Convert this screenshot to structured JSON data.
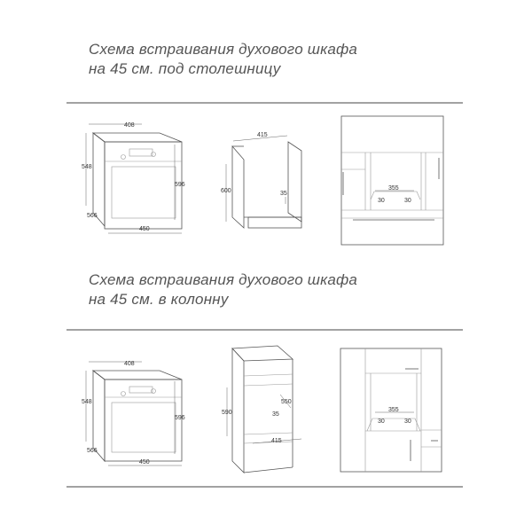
{
  "section1": {
    "title_line1": "Схема встраивания духового шкафа",
    "title_line2": "на 45 см. под столешницу",
    "oven": {
      "width_top": "408",
      "depth_side": "548",
      "height": "596",
      "depth_bottom": "566",
      "width_bottom": "450"
    },
    "cabinet": {
      "width": "415",
      "height": "600",
      "gap": "35"
    },
    "front": {
      "opening": "355",
      "left_margin": "30",
      "right_margin": "30"
    }
  },
  "section2": {
    "title_line1": "Схема встраивания духового шкафа",
    "title_line2": "на 45 см. в колонну",
    "oven": {
      "width_top": "408",
      "depth_side": "548",
      "height": "596",
      "depth_bottom": "566",
      "width_bottom": "450"
    },
    "cabinet": {
      "height": "590",
      "depth": "550",
      "gap": "35",
      "width": "415"
    },
    "front": {
      "opening": "355",
      "left_margin": "30",
      "right_margin": "30"
    }
  }
}
